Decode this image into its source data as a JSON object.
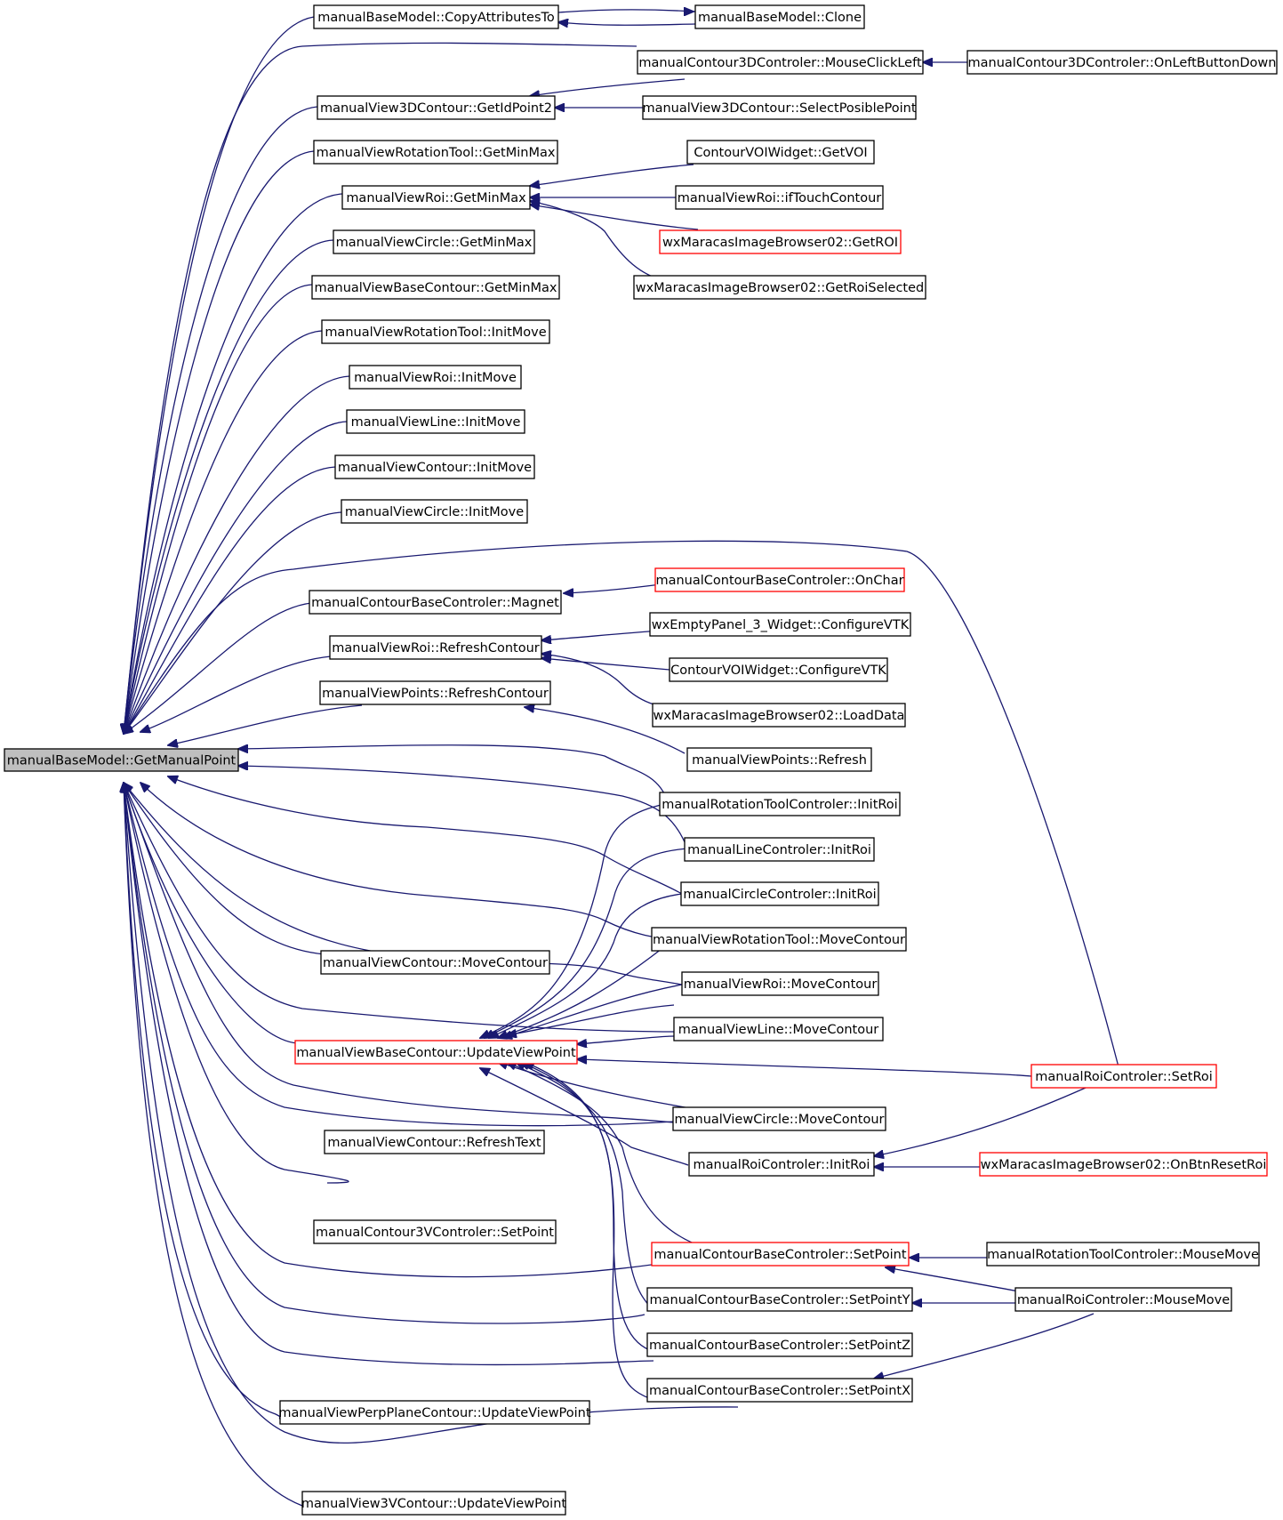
{
  "colors": {
    "edge": "#191970",
    "node_border": "#000000",
    "truncated_border": "#ff0000",
    "root_fill": "#bfbfbf",
    "node_fill": "#ffffff"
  },
  "nodes": [
    {
      "id": "root",
      "label": "manualBaseModel::GetManualPoint",
      "style": "root"
    },
    {
      "id": "n1",
      "label": "manualBaseModel::CopyAttributesTo",
      "style": "normal"
    },
    {
      "id": "n2",
      "label": "manualBaseModel::Clone",
      "style": "normal"
    },
    {
      "id": "n3",
      "label": "manualContour3DControler::MouseClickLeft",
      "style": "normal"
    },
    {
      "id": "n4",
      "label": "manualContour3DControler::OnLeftButtonDown",
      "style": "normal"
    },
    {
      "id": "n5",
      "label": "manualView3DContour::GetIdPoint2",
      "style": "normal"
    },
    {
      "id": "n6",
      "label": "manualView3DContour::SelectPosiblePoint",
      "style": "normal"
    },
    {
      "id": "n7",
      "label": "manualViewRotationTool::GetMinMax",
      "style": "normal"
    },
    {
      "id": "n8",
      "label": "ContourVOIWidget::GetVOI",
      "style": "normal"
    },
    {
      "id": "n9",
      "label": "manualViewRoi::GetMinMax",
      "style": "normal"
    },
    {
      "id": "n10",
      "label": "manualViewRoi::ifTouchContour",
      "style": "normal"
    },
    {
      "id": "n11",
      "label": "wxMaracasImageBrowser02::GetROI",
      "style": "truncated"
    },
    {
      "id": "n12",
      "label": "manualViewCircle::GetMinMax",
      "style": "normal"
    },
    {
      "id": "n13",
      "label": "wxMaracasImageBrowser02::GetRoiSelected",
      "style": "normal"
    },
    {
      "id": "n14",
      "label": "manualViewBaseContour::GetMinMax",
      "style": "normal"
    },
    {
      "id": "n15",
      "label": "manualViewRotationTool::InitMove",
      "style": "normal"
    },
    {
      "id": "n16",
      "label": "manualViewRoi::InitMove",
      "style": "normal"
    },
    {
      "id": "n17",
      "label": "manualViewLine::InitMove",
      "style": "normal"
    },
    {
      "id": "n18",
      "label": "manualViewContour::InitMove",
      "style": "normal"
    },
    {
      "id": "n19",
      "label": "manualViewCircle::InitMove",
      "style": "normal"
    },
    {
      "id": "n20",
      "label": "manualContourBaseControler::OnChar",
      "style": "truncated"
    },
    {
      "id": "n21",
      "label": "manualContourBaseControler::Magnet",
      "style": "normal"
    },
    {
      "id": "n22",
      "label": "wxEmptyPanel_3_Widget::ConfigureVTK",
      "style": "normal"
    },
    {
      "id": "n23",
      "label": "manualViewRoi::RefreshContour",
      "style": "normal"
    },
    {
      "id": "n24",
      "label": "ContourVOIWidget::ConfigureVTK",
      "style": "normal"
    },
    {
      "id": "n25",
      "label": "manualViewPoints::RefreshContour",
      "style": "normal"
    },
    {
      "id": "n26",
      "label": "wxMaracasImageBrowser02::LoadData",
      "style": "normal"
    },
    {
      "id": "n27",
      "label": "manualViewPoints::Refresh",
      "style": "normal"
    },
    {
      "id": "n28",
      "label": "manualRotationToolControler::InitRoi",
      "style": "normal"
    },
    {
      "id": "n29",
      "label": "manualLineControler::InitRoi",
      "style": "normal"
    },
    {
      "id": "n30",
      "label": "manualCircleControler::InitRoi",
      "style": "normal"
    },
    {
      "id": "n31",
      "label": "manualViewRotationTool::MoveContour",
      "style": "normal"
    },
    {
      "id": "n32",
      "label": "manualViewContour::MoveContour",
      "style": "normal"
    },
    {
      "id": "n33",
      "label": "manualViewRoi::MoveContour",
      "style": "normal"
    },
    {
      "id": "n34",
      "label": "manualViewLine::MoveContour",
      "style": "normal"
    },
    {
      "id": "n35",
      "label": "manualViewBaseContour::UpdateViewPoint",
      "style": "truncated"
    },
    {
      "id": "n36",
      "label": "manualRoiControler::SetRoi",
      "style": "truncated"
    },
    {
      "id": "n37",
      "label": "manualViewCircle::MoveContour",
      "style": "normal"
    },
    {
      "id": "n38",
      "label": "manualViewContour::RefreshText",
      "style": "normal"
    },
    {
      "id": "n39",
      "label": "manualRoiControler::InitRoi",
      "style": "normal"
    },
    {
      "id": "n40",
      "label": "wxMaracasImageBrowser02::OnBtnResetRoi",
      "style": "truncated"
    },
    {
      "id": "n41",
      "label": "manualContour3VControler::SetPoint",
      "style": "normal"
    },
    {
      "id": "n42",
      "label": "manualContourBaseControler::SetPoint",
      "style": "truncated"
    },
    {
      "id": "n43",
      "label": "manualRotationToolControler::MouseMove",
      "style": "normal"
    },
    {
      "id": "n44",
      "label": "manualContourBaseControler::SetPointY",
      "style": "normal"
    },
    {
      "id": "n45",
      "label": "manualRoiControler::MouseMove",
      "style": "normal"
    },
    {
      "id": "n46",
      "label": "manualContourBaseControler::SetPointZ",
      "style": "normal"
    },
    {
      "id": "n47",
      "label": "manualContourBaseControler::SetPointX",
      "style": "normal"
    },
    {
      "id": "n48",
      "label": "manualViewPerpPlaneContour::UpdateViewPoint",
      "style": "normal"
    },
    {
      "id": "n49",
      "label": "manualView3VContour::UpdateViewPoint",
      "style": "normal"
    }
  ]
}
